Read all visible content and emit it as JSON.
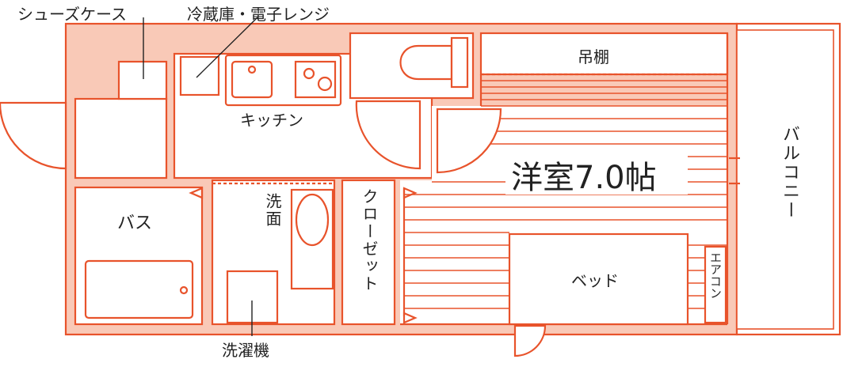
{
  "colors": {
    "wall": "#e8532b",
    "fill": "#f9c9b7",
    "room": "#ffffff",
    "text": "#222222"
  },
  "labels": {
    "shoe_case": "シューズケース",
    "fridge_microwave": "冷蔵庫・電子レンジ",
    "kitchen": "キッチン",
    "hanging_shelf": "吊棚",
    "western_room": "洋室7.0帖",
    "balcony": "バルコニー",
    "bath": "バス",
    "washbasin": "洗面",
    "closet": "クローゼット",
    "bed": "ベッド",
    "aircon": "エアコン",
    "washing_machine": "洗濯機"
  }
}
